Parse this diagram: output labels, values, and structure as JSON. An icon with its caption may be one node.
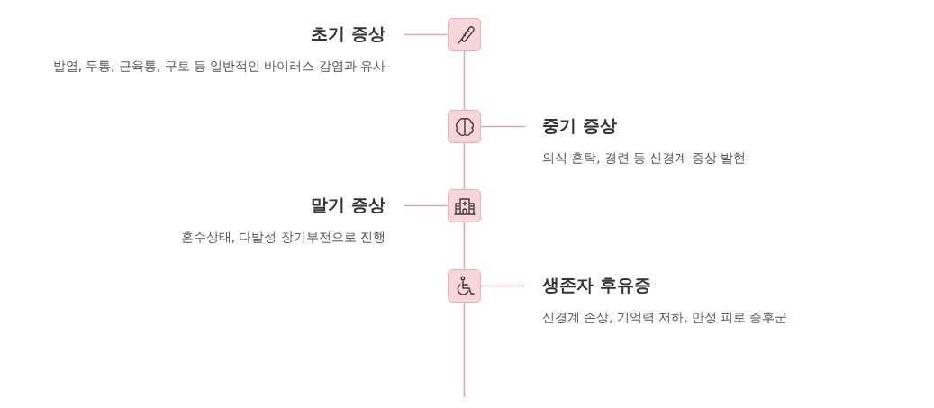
{
  "diagram": {
    "nodes": [
      {
        "text": [
          "초기 증상",
          "발열, 두통, 근육통, 구토 등 일반적인 바이러스 감염과 유사"
        ]
      },
      {
        "text": [],
        "shape": "box"
      },
      {
        "text": [],
        "shape": "box"
      },
      {
        "text": [
          "중기 증상",
          "의식 혼탁, 경련 등 신경계 증상 발현"
        ]
      },
      {
        "text": [
          "말기 증상",
          "혼수상태, 다발성 장기부전으로 진행"
        ]
      },
      {
        "text": [],
        "shape": "box"
      },
      {
        "text": [],
        "shape": "box"
      },
      {
        "text": [
          "생존자 후유증",
          "신경계 손상, 기억력 저하, 만성 피로 증후군"
        ]
      }
    ],
    "edges": [
      {
        "from": 0,
        "to": 1,
        "arrow": "none"
      },
      {
        "from": 1,
        "to": 2,
        "arrow": "none"
      },
      {
        "from": 2,
        "to": 3,
        "arrow": "none"
      },
      {
        "from": 2,
        "to": 5,
        "arrow": "none"
      },
      {
        "from": 4,
        "to": 5,
        "arrow": "none"
      },
      {
        "from": 5,
        "to": 6,
        "arrow": "none"
      },
      {
        "from": 6,
        "to": 7,
        "arrow": "none"
      },
      {
        "from": 6,
        "to": null,
        "arrow": "none"
      }
    ]
  }
}
